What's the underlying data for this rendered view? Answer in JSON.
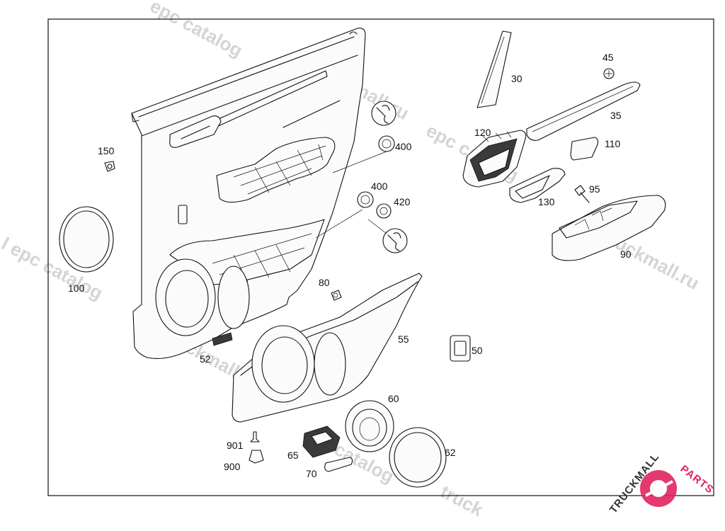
{
  "watermarks": {
    "wm1": "epc catalog",
    "wm2": "truckmall.ru",
    "wm3": "epc catalog",
    "wm4": "l epc catalog",
    "wm5": "truckmall.ru epc catalog",
    "wm6": "truckmall.ru",
    "wm7": "truckmall.ru",
    "wm8": "catalog",
    "wm9": "truckmall.ru e",
    "wm10": "truck"
  },
  "parts": {
    "p30": "30",
    "p45": "45",
    "p35": "35",
    "p120": "120",
    "p110": "110",
    "p95": "95",
    "p130": "130",
    "p90": "90",
    "p150": "150",
    "p400a": "400",
    "p400b": "400",
    "p420": "420",
    "p100": "100",
    "p80": "80",
    "p55": "55",
    "p52": "52",
    "p50": "50",
    "p60": "60",
    "p62": "62",
    "p901": "901",
    "p900": "900",
    "p65": "65",
    "p70": "70"
  },
  "logo": {
    "text_dark": "TRUCKMALL",
    "text_accent": "PARTS",
    "accent_color": "#e0245e"
  }
}
